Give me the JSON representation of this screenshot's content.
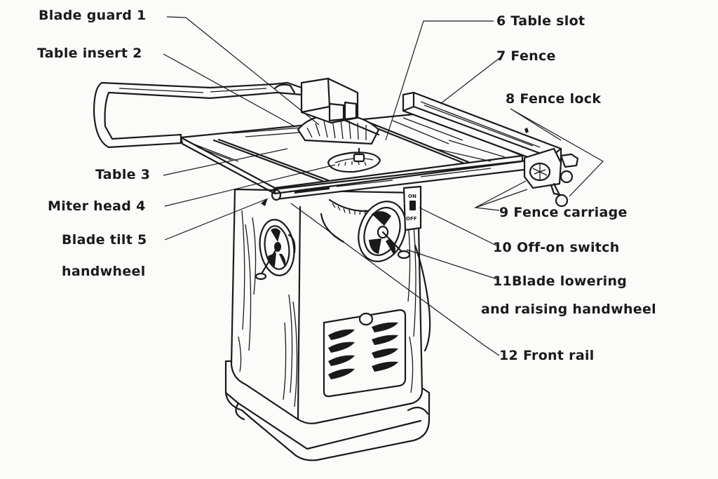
{
  "diagram": {
    "labels": [
      {
        "id": "blade-guard",
        "text": "Blade guard 1"
      },
      {
        "id": "table-insert",
        "text": "Table insert 2"
      },
      {
        "id": "table",
        "text": "Table 3"
      },
      {
        "id": "miter-head",
        "text": "Miter head 4"
      },
      {
        "id": "blade-tilt-1",
        "text": "Blade tilt 5"
      },
      {
        "id": "blade-tilt-2",
        "text": "handwheel"
      },
      {
        "id": "table-slot",
        "text": "6 Table slot"
      },
      {
        "id": "fence",
        "text": "7 Fence"
      },
      {
        "id": "fence-lock",
        "text": "8 Fence lock"
      },
      {
        "id": "fence-carriage",
        "text": "9 Fence carriage"
      },
      {
        "id": "off-on-switch",
        "text": "10 Off-on switch"
      },
      {
        "id": "blade-lowering-1",
        "text": "11Blade lowering"
      },
      {
        "id": "blade-lowering-2",
        "text": "and raising handwheel"
      },
      {
        "id": "front-rail",
        "text": "12 Front rail"
      }
    ],
    "switch_text": {
      "on": "ON",
      "off": "OFF"
    }
  }
}
